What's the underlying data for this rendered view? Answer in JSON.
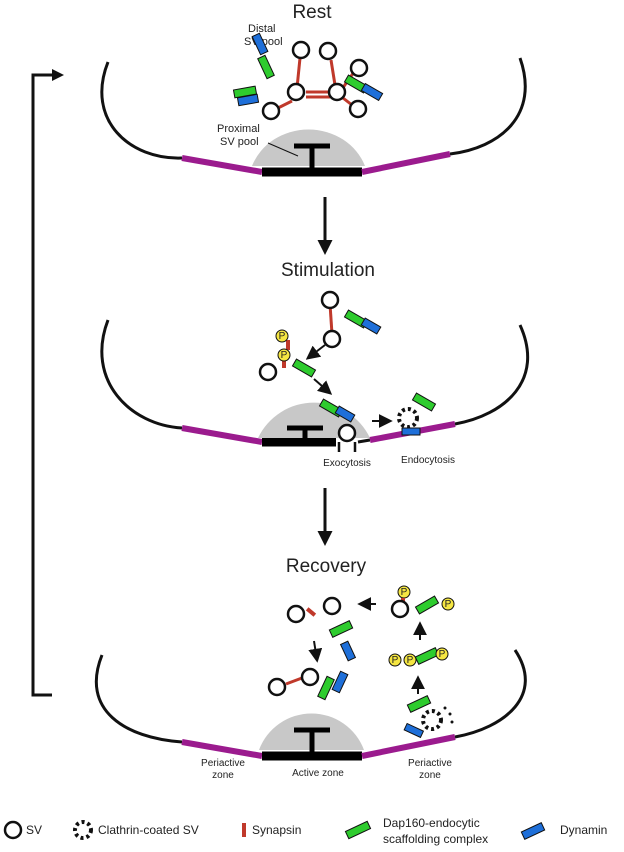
{
  "panels": {
    "rest": {
      "title": "Rest",
      "distal_label_1": "Distal",
      "distal_label_2": "SV pool",
      "proximal_label_1": "Proximal",
      "proximal_label_2": "SV pool"
    },
    "stimulation": {
      "title": "Stimulation",
      "exocytosis": "Exocytosis",
      "endocytosis": "Endocytosis"
    },
    "recovery": {
      "title": "Recovery",
      "periactive_left_1": "Periactive",
      "periactive_left_2": "zone",
      "active_zone": "Active zone",
      "periactive_right_1": "Periactive",
      "periactive_right_2": "zone"
    }
  },
  "phospho_label": "P",
  "legend": {
    "sv": "SV",
    "ccsv": "Clathrin-coated SV",
    "synapsin": "Synapsin",
    "dap160_1": "Dap160-endocytic",
    "dap160_2": "scaffolding complex",
    "dynamin": "Dynamin"
  },
  "colors": {
    "periactive": "#9b1b8e",
    "active": "#000000",
    "cloud": "#c8c8c8",
    "green": "#2ecc2e",
    "blue": "#1e6fd9",
    "synapsin": "#c0392b",
    "phospho": "#f5e642"
  }
}
